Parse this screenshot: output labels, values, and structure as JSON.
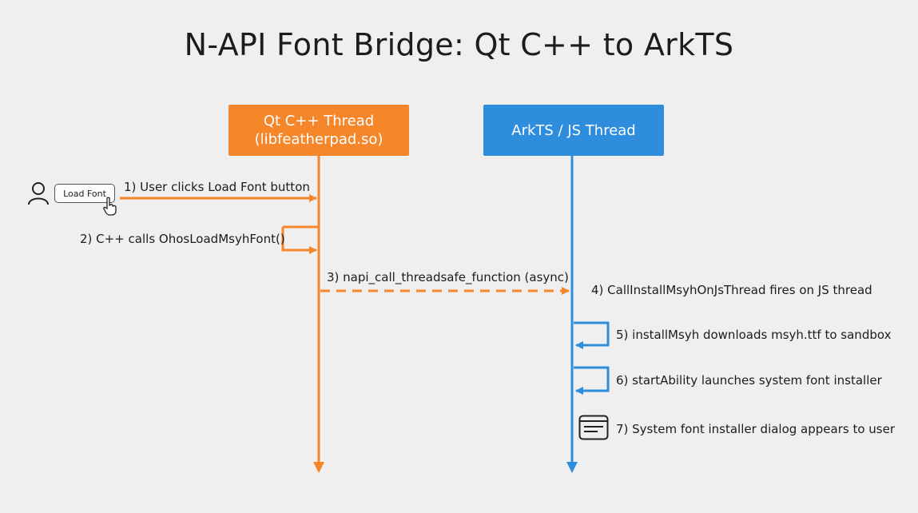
{
  "title": "N-API Font Bridge: Qt C++ to ArkTS",
  "colors": {
    "qt_lane": "#F5862A",
    "ark_lane": "#2F8DDE",
    "background": "#EFEFEF",
    "text": "#1C1C1C"
  },
  "lanes": {
    "qt": {
      "line1": "Qt C++ Thread",
      "line2": "(libfeatherpad.so)"
    },
    "ark": {
      "line1": "ArkTS / JS Thread"
    }
  },
  "actor": {
    "icon": "user-icon",
    "button_label": "Load Font",
    "cursor_icon": "hand-pointer-icon"
  },
  "steps": [
    {
      "label": "1) User clicks Load Font button"
    },
    {
      "label": "2) C++ calls OhosLoadMsyhFont()"
    },
    {
      "label": "3) napi_call_threadsafe_function (async)"
    },
    {
      "label": "4) CallInstallMsyhOnJsThread fires on JS thread"
    },
    {
      "label": "5) installMsyh downloads msyh.ttf to sandbox"
    },
    {
      "label": "6) startAbility launches system font installer"
    },
    {
      "label": "7) System font installer dialog appears to user",
      "icon": "dialog-window-icon"
    }
  ]
}
